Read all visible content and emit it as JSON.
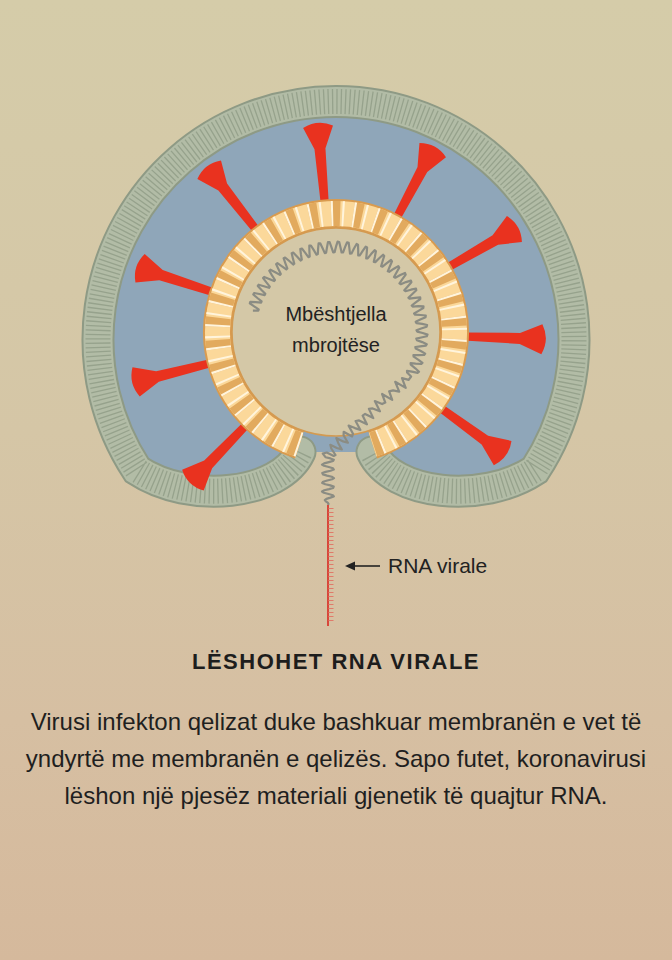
{
  "diagram": {
    "title": "LËSHOHET RNA VIRALE",
    "caption": "Virusi infekton qelizat duke bashkuar membranën e vet të yndyrtë me membranën e qelizës. Sapo futet, koronavirusi lëshon një pjesëz materiali gjenetik të quajtur RNA.",
    "labels": [
      "Mbështjella mbrojtëse",
      "RNA virale"
    ]
  }
}
